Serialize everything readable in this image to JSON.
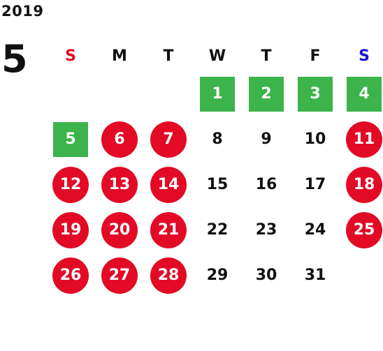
{
  "year": "2019",
  "month": "5",
  "colors": {
    "sunday": "#e20a25",
    "saturday": "#1414d2",
    "weekday": "#111111",
    "holiday_bg": "#e20a25",
    "special_bg": "#3cb44b"
  },
  "weekdays": [
    {
      "label": "S",
      "kind": "sunday"
    },
    {
      "label": "M",
      "kind": "weekday"
    },
    {
      "label": "T",
      "kind": "weekday"
    },
    {
      "label": "W",
      "kind": "weekday"
    },
    {
      "label": "T",
      "kind": "weekday"
    },
    {
      "label": "F",
      "kind": "weekday"
    },
    {
      "label": "S",
      "kind": "saturday"
    }
  ],
  "weeks": [
    [
      null,
      null,
      null,
      {
        "day": "1",
        "style": "special"
      },
      {
        "day": "2",
        "style": "special"
      },
      {
        "day": "3",
        "style": "special"
      },
      {
        "day": "4",
        "style": "special"
      }
    ],
    [
      {
        "day": "5",
        "style": "special"
      },
      {
        "day": "6",
        "style": "holiday"
      },
      {
        "day": "7",
        "style": "holiday"
      },
      {
        "day": "8",
        "style": "plain"
      },
      {
        "day": "9",
        "style": "plain"
      },
      {
        "day": "10",
        "style": "plain"
      },
      {
        "day": "11",
        "style": "holiday"
      }
    ],
    [
      {
        "day": "12",
        "style": "holiday"
      },
      {
        "day": "13",
        "style": "holiday"
      },
      {
        "day": "14",
        "style": "holiday"
      },
      {
        "day": "15",
        "style": "plain"
      },
      {
        "day": "16",
        "style": "plain"
      },
      {
        "day": "17",
        "style": "plain"
      },
      {
        "day": "18",
        "style": "holiday"
      }
    ],
    [
      {
        "day": "19",
        "style": "holiday"
      },
      {
        "day": "20",
        "style": "holiday"
      },
      {
        "day": "21",
        "style": "holiday"
      },
      {
        "day": "22",
        "style": "plain"
      },
      {
        "day": "23",
        "style": "plain"
      },
      {
        "day": "24",
        "style": "plain"
      },
      {
        "day": "25",
        "style": "holiday"
      }
    ],
    [
      {
        "day": "26",
        "style": "holiday"
      },
      {
        "day": "27",
        "style": "holiday"
      },
      {
        "day": "28",
        "style": "holiday"
      },
      {
        "day": "29",
        "style": "plain"
      },
      {
        "day": "30",
        "style": "plain"
      },
      {
        "day": "31",
        "style": "plain"
      },
      null
    ]
  ]
}
